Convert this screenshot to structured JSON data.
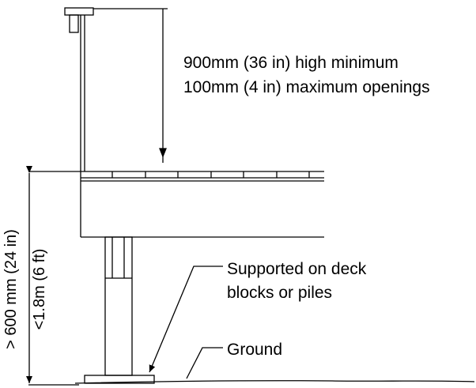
{
  "annotations": {
    "guard_height": "900mm (36 in) high minimum",
    "guard_openings": "100mm (4 in) maximum openings",
    "deck_height_a": "> 600 mm (24 in)",
    "deck_height_b": "<1.8m (6 ft)",
    "support_line1": "Supported on deck",
    "support_line2": "blocks or piles",
    "ground": "Ground"
  }
}
